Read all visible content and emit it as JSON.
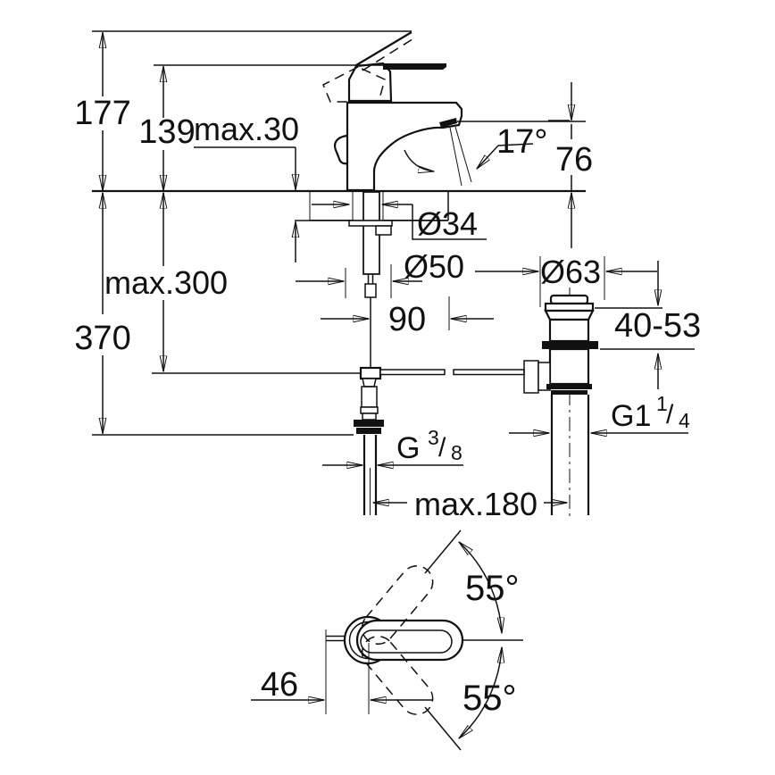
{
  "drawing": {
    "background": "#ffffff",
    "line_color": "#111111",
    "labels": {
      "total_height": "177",
      "height_to_spout": "139",
      "deck_thickness": "max.30",
      "spout_angle": "17°",
      "spout_height_above_deck": "76",
      "shank_diameter": "Ø34",
      "base_diameter": "Ø50",
      "waste_flange_diameter": "Ø63",
      "flex_hose_length": "max.300",
      "supply_drop": "370",
      "spout_reach": "90",
      "waste_clamping_range": "40-53",
      "waste_thread": {
        "base": "G1",
        "numerator": "1",
        "slash": "/",
        "denominator": "4"
      },
      "supply_thread": {
        "base": "G",
        "numerator": "3",
        "slash": "/",
        "denominator": "8"
      },
      "rod_to_waste_distance": "max.180",
      "handle_swing_up": "55°",
      "handle_swing_down": "55°",
      "handle_pivot_offset": "46"
    }
  }
}
